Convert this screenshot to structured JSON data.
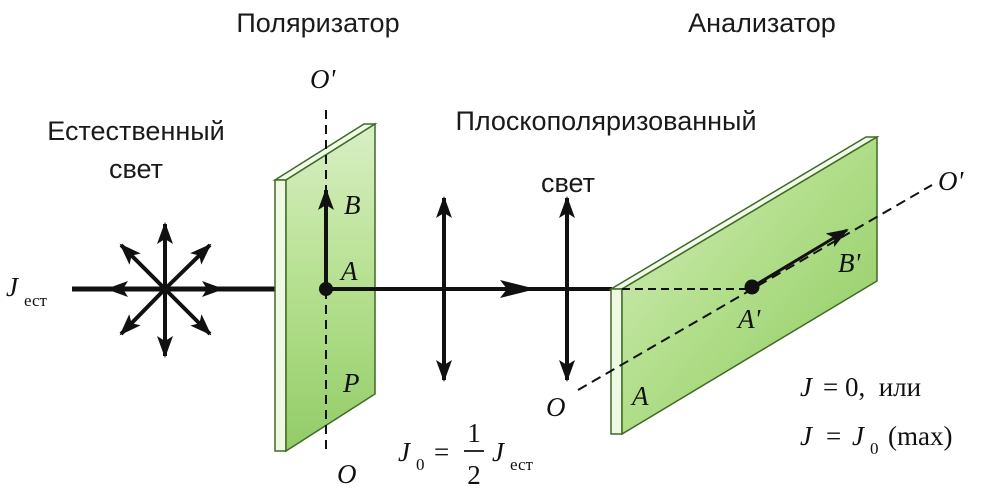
{
  "labels": {
    "polarizer": "Поляризатор",
    "analyzer": "Анализатор",
    "natural_light_line1": "Естественный",
    "natural_light_line2": "свет",
    "polarized_light_line1": "Плоскополяризованный",
    "polarized_light_line2": "свет"
  },
  "points": {
    "o_prime_top": "O'",
    "o_bottom": "O",
    "b": "B",
    "a": "A",
    "p": "P",
    "o_analyzer": "O",
    "o_prime_analyzer": "O'",
    "a_analyzer": "A",
    "a_prime": "A'",
    "b_prime": "B'"
  },
  "formulas": {
    "j_natural_symbol": "J",
    "j_natural_sub": "ест",
    "j0_symbol": "J",
    "j0_sub": "0",
    "j0_equals": "=",
    "j0_numerator": "1",
    "j0_denominator": "2",
    "j0_rhs_symbol": "J",
    "j0_rhs_sub": "ест",
    "result1_lhs": "J",
    "result1_rhs": "= 0,  или",
    "result2_lhs": "J",
    "result2_eq": "=",
    "result2_symbol": "J",
    "result2_sub": "0",
    "result2_tail": "(max)"
  },
  "colors": {
    "plate_light": "#e3f4cf",
    "plate_mid": "#bde59b",
    "plate_dark": "#8fca62",
    "plate_edge": "#f2fae8",
    "plate_outline": "#3f6a26",
    "ink": "#111111"
  }
}
